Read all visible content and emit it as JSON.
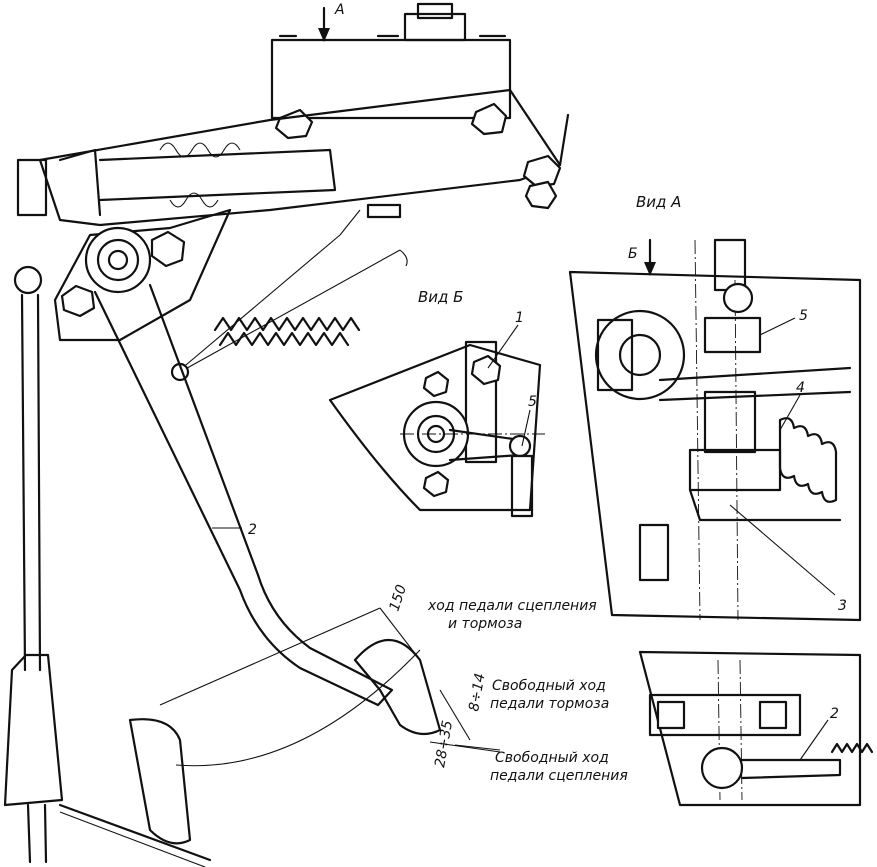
{
  "view_labels": {
    "arrow_a": "А",
    "arrow_b": "Б",
    "view_a": "Вид А",
    "view_b": "Вид Б"
  },
  "part_numbers": {
    "p1": "1",
    "p2_main": "2",
    "p2_small": "2",
    "p3": "3",
    "p4": "4",
    "p5_view_a": "5",
    "p5_view_b": "5"
  },
  "dimensions": {
    "travel_value": "150",
    "travel_line1": "ход педали сцепления",
    "travel_line2": "и тормоза",
    "brake_free_value": "8÷14",
    "brake_free_line1": "Свободный ход",
    "brake_free_line2": "педали тормоза",
    "clutch_free_value": "28÷35",
    "clutch_free_line1": "Свободный ход",
    "clutch_free_line2": "педали сцепления"
  }
}
